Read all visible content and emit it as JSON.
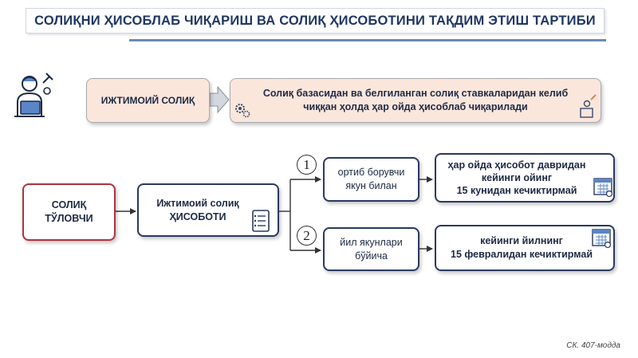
{
  "title": "СОЛИҚНИ ҲИСОБЛАБ ЧИҚАРИШ ВА СОЛИҚ ҲИСОБОТИНИ ТАҚДИМ ЭТИШ ТАРТИБИ",
  "top_row": {
    "tax_name": "ИЖТИМОИЙ СОЛИҚ",
    "description_line1": "Солиқ базасидан ва белгиланган солиқ ставкаларидан келиб",
    "description_line2": "чиққан ҳолда  ҳар ойда ҳисоблаб чиқарилади"
  },
  "flow": {
    "payer_line1": "СОЛИҚ",
    "payer_line2": "ТЎЛОВЧИ",
    "report_line1": "Ижтимоий солиқ",
    "report_line2": "ҲИСОБОТИ",
    "branches": [
      {
        "number": "1",
        "condition_line1": "ортиб борувчи",
        "condition_line2": "якун билан",
        "deadline_line1": "ҳар ойда ҳисобот давридан",
        "deadline_line2": "кейинги ойинг",
        "deadline_line3": "15 кунидан кечиктирмай"
      },
      {
        "number": "2",
        "condition_line1": "йил якунлари",
        "condition_line2": "бўйича",
        "deadline_line1": "кейинги йилнинг",
        "deadline_line2": "15 февралидан кечиктирмай"
      }
    ]
  },
  "source_note": "СК. 407-модда",
  "icons": [
    "person-laptop-icon",
    "gear-icon",
    "worker-icon",
    "checklist-icon",
    "calendar-icon"
  ],
  "colors": {
    "title": "#1f3763",
    "peach": "#fbe6dc",
    "dark_border": "#2a3a5e",
    "red_border": "#b0323c",
    "accent_blue": "#5a85c8"
  }
}
